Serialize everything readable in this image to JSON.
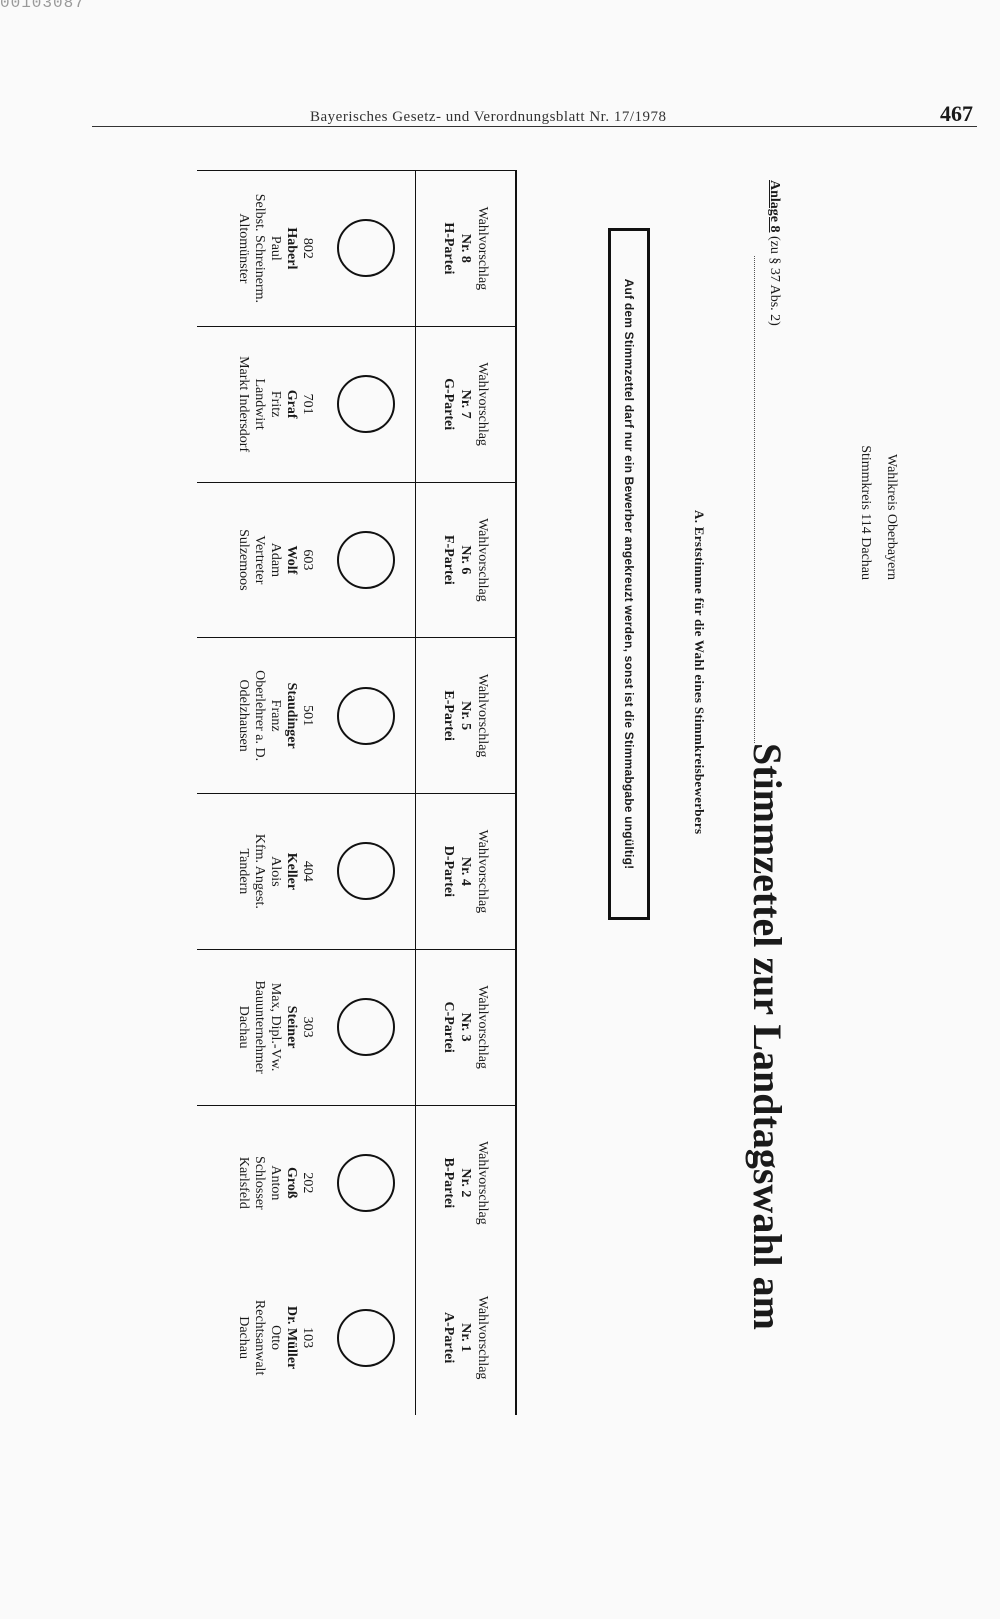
{
  "corner_id": "00103087",
  "header": {
    "running_head": "Bayerisches Gesetz- und Verordnungsblatt Nr. 17/1978",
    "page_number": "467"
  },
  "ballot": {
    "annex_label": "Anlage 8",
    "annex_ref": "(zu § 37 Abs. 2)",
    "title": "Stimmzettel zur Landtagswahl am",
    "region_line1": "Wahlkreis Oberbayern",
    "region_line2": "Stimmkreis 114 Dachau",
    "section_heading": "A. Erststimme für die Wahl eines Stimmkreisbewerbers",
    "notice": "Auf dem Stimmzettel darf nur ein Bewerber angekreuzt werden, sonst ist die Stimmabgabe ungültig!",
    "columns": [
      {
        "proposal": "Wahlvorschlag",
        "nr": "Nr. 1",
        "party": "A-Partei",
        "number": "103",
        "name": "Dr. Müller",
        "first": "Otto",
        "job": "Rechtsanwalt",
        "place": "Dachau"
      },
      {
        "proposal": "Wahlvorschlag",
        "nr": "Nr. 2",
        "party": "B-Partei",
        "number": "202",
        "name": "Groß",
        "first": "Anton",
        "job": "Schlosser",
        "place": "Karlsfeld"
      },
      {
        "proposal": "Wahlvorschlag",
        "nr": "Nr. 3",
        "party": "C-Partei",
        "number": "303",
        "name": "Steiner",
        "first": "Max, Dipl.-Vw.",
        "job": "Bauunternehmer",
        "place": "Dachau"
      },
      {
        "proposal": "Wahlvorschlag",
        "nr": "Nr. 4",
        "party": "D-Partei",
        "number": "404",
        "name": "Keller",
        "first": "Alois",
        "job": "Kfm. Angest.",
        "place": "Tandern"
      },
      {
        "proposal": "Wahlvorschlag",
        "nr": "Nr. 5",
        "party": "E-Partei",
        "number": "501",
        "name": "Staudinger",
        "first": "Franz",
        "job": "Oberlehrer a. D.",
        "place": "Odelzhausen"
      },
      {
        "proposal": "Wahlvorschlag",
        "nr": "Nr. 6",
        "party": "F-Partei",
        "number": "603",
        "name": "Wolf",
        "first": "Adam",
        "job": "Vertreter",
        "place": "Sulzemoos"
      },
      {
        "proposal": "Wahlvorschlag",
        "nr": "Nr. 7",
        "party": "G-Partei",
        "number": "701",
        "name": "Graf",
        "first": "Fritz",
        "job": "Landwirt",
        "place": "Markt Indersdorf"
      },
      {
        "proposal": "Wahlvorschlag",
        "nr": "Nr. 8",
        "party": "H-Partei",
        "number": "802",
        "name": "Haberl",
        "first": "Paul",
        "job": "Selbst. Schreinerm.",
        "place": "Altomünster"
      }
    ]
  }
}
